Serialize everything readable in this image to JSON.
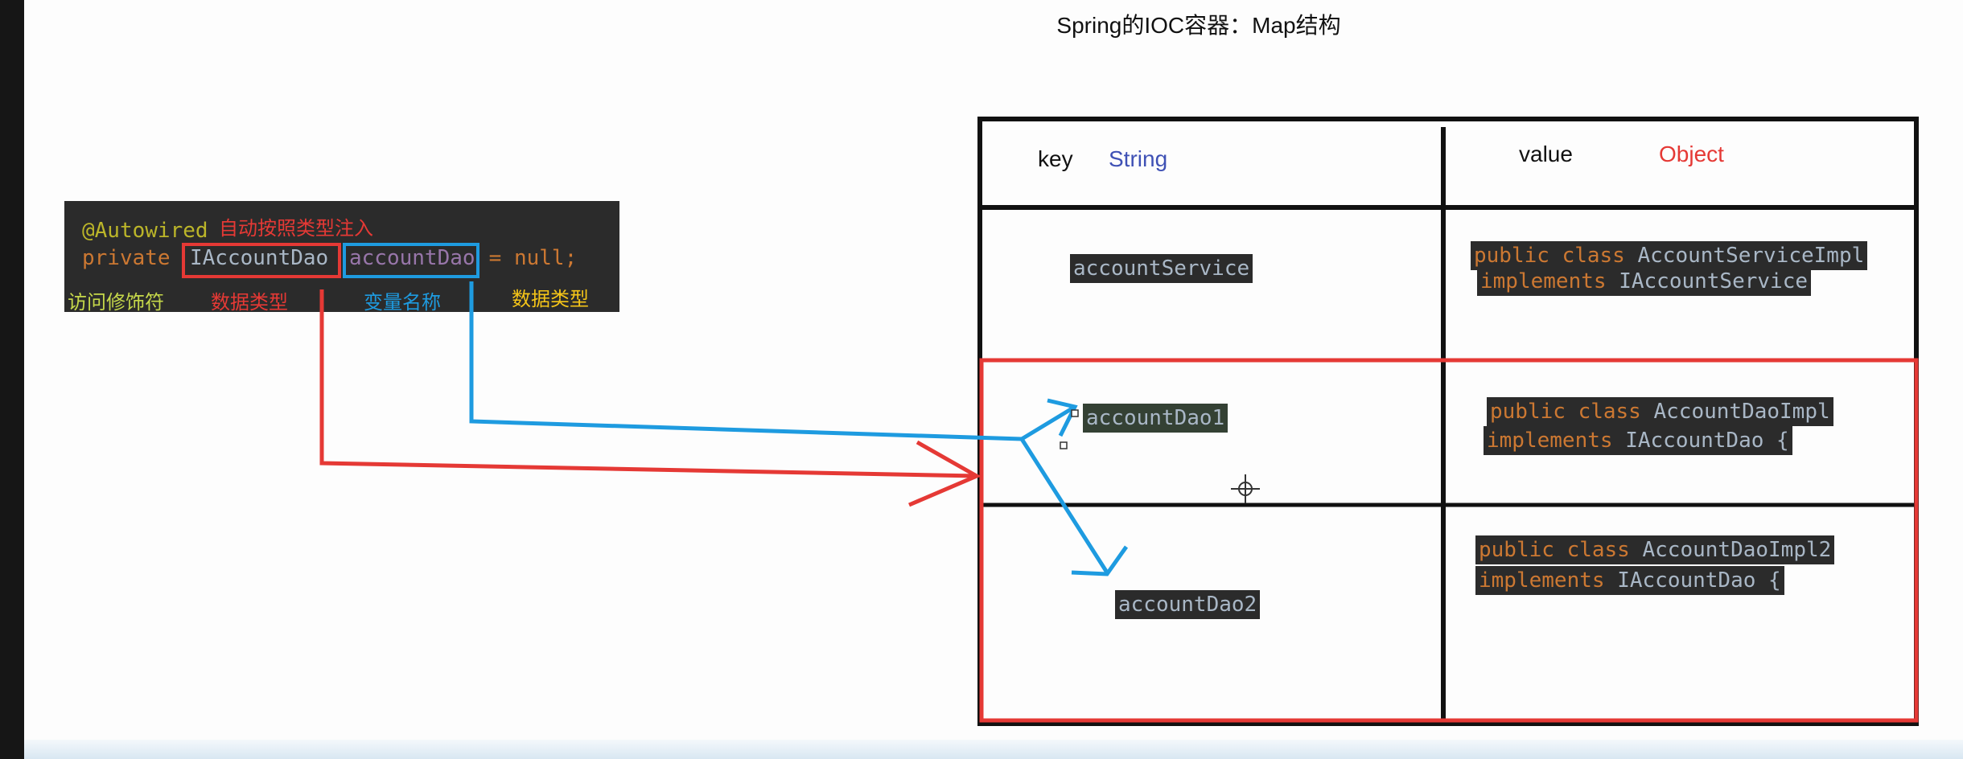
{
  "title": "Spring的IOC容器：Map结构",
  "code": {
    "annotation": "@Autowired",
    "annotation_note": "自动按照类型注入",
    "line_keyword": "private",
    "line_type": "IAccountDao",
    "line_var": "accountDao",
    "line_rest": " = null;",
    "labels": {
      "access_modifier": "访问修饰符",
      "data_type": "数据类型",
      "var_name": "变量名称",
      "data_type2": "数据类型"
    }
  },
  "table": {
    "key_label": "key",
    "key_type": "String",
    "value_label": "value",
    "value_type": "Object",
    "rows": [
      {
        "key": "accountService",
        "value_line1_kw": "public class",
        "value_line1_name": "AccountServiceImpl",
        "value_line2_kw": "implements",
        "value_line2_name": "IAccountService"
      },
      {
        "key": "accountDao1",
        "value_line1_kw": "public class",
        "value_line1_name": "AccountDaoImpl",
        "value_line2_kw": "implements",
        "value_line2_name": "IAccountDao {"
      },
      {
        "key": "accountDao2",
        "value_line1_kw": "public class",
        "value_line1_name": "AccountDaoImpl2",
        "value_line2_kw": "implements",
        "value_line2_name": "IAccountDao {"
      }
    ]
  },
  "colors": {
    "red": "#e53935",
    "blue": "#1e9be0",
    "keyword": "#cc7832",
    "annotation": "#bbb529",
    "code_text": "#a9b7c6"
  }
}
